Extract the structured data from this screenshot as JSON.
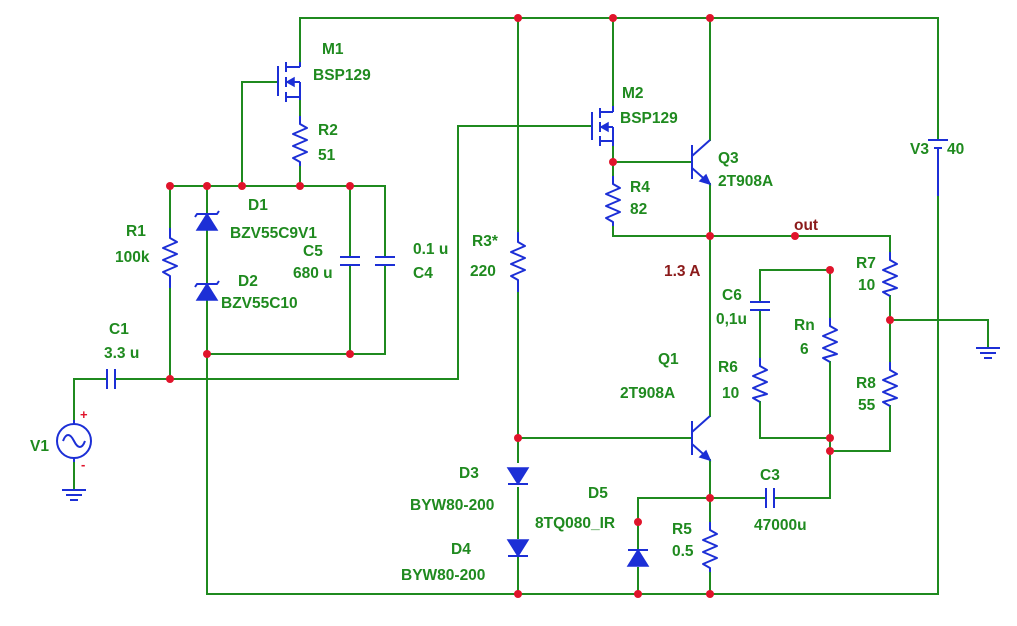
{
  "components": {
    "M1": {
      "name": "M1",
      "value": "BSP129"
    },
    "M2": {
      "name": "M2",
      "value": "BSP129"
    },
    "R2": {
      "name": "R2",
      "value": "51"
    },
    "D1": {
      "name": "D1",
      "value": "BZV55C9V1"
    },
    "D2": {
      "name": "D2",
      "value": "BZV55C10"
    },
    "C5": {
      "name": "C5",
      "value": "680 u"
    },
    "C4": {
      "name": "C4",
      "value": "0.1 u"
    },
    "R1": {
      "name": "R1",
      "value": "100k"
    },
    "C1": {
      "name": "C1",
      "value": "3.3 u"
    },
    "V1": {
      "name": "V1"
    },
    "R3": {
      "name": "R3*",
      "value": "220"
    },
    "R4": {
      "name": "R4",
      "value": "82"
    },
    "Q3": {
      "name": "Q3",
      "value": "2T908A"
    },
    "Q1": {
      "name": "Q1",
      "value": "2T908A"
    },
    "V3": {
      "name": "V3",
      "value": "40"
    },
    "R7": {
      "name": "R7",
      "value": "10"
    },
    "R8": {
      "name": "R8",
      "value": "55"
    },
    "Rn": {
      "name": "Rn",
      "value": "6"
    },
    "C6": {
      "name": "C6",
      "value": "0,1u"
    },
    "R6": {
      "name": "R6",
      "value": "10"
    },
    "D3": {
      "name": "D3",
      "value": "BYW80-200"
    },
    "D4": {
      "name": "D4",
      "value": "BYW80-200"
    },
    "D5": {
      "name": "D5",
      "value": "8TQ080_IR"
    },
    "R5": {
      "name": "R5",
      "value": "0.5"
    },
    "C3": {
      "name": "C3",
      "value": "47000u"
    }
  },
  "annotations": {
    "out": "out",
    "current": "1.3 A",
    "plus": "+",
    "minus": "-"
  },
  "colors": {
    "wire": "#1f8a1f",
    "component": "#1c2fd6",
    "node": "#e0142b",
    "annotation": "#8b1a1a"
  }
}
